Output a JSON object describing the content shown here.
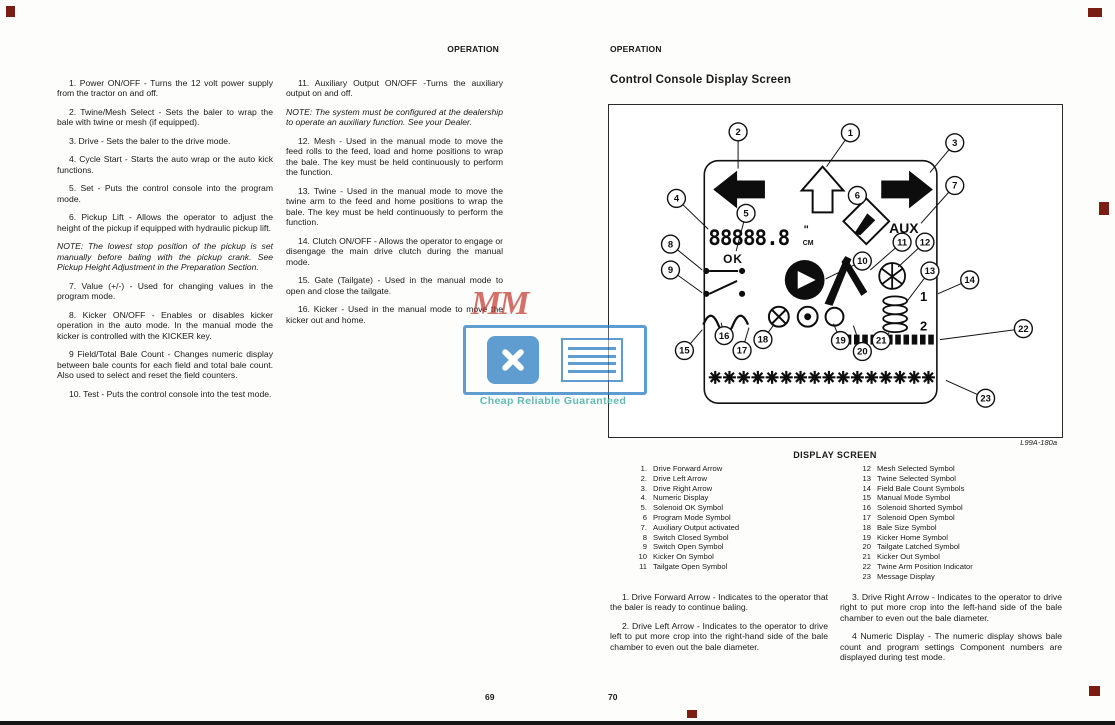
{
  "colors": {
    "watermark_blue": "#2f7fc4",
    "watermark_red": "#c03026",
    "watermark_teal": "#46b0a8",
    "scan_mark": "#7b1d12",
    "ink": "#1a1a1a"
  },
  "left_page": {
    "header": "OPERATION",
    "page_number": "69",
    "col1": [
      {
        "text": "1.  Power ON/OFF - Turns the 12 volt power supply from the tractor on and off."
      },
      {
        "text": "2.  Twine/Mesh Select - Sets the baler to wrap the bale with twine or mesh (if equipped)."
      },
      {
        "text": "3.  Drive - Sets the baler to the drive mode."
      },
      {
        "text": "4.  Cycle Start - Starts the auto wrap or the auto kick functions."
      },
      {
        "text": "5.  Set - Puts the control console into the program mode."
      },
      {
        "text": "6.  Pickup Lift - Allows the operator to adjust the height of the pickup if equipped with hydraulic pickup lift."
      },
      {
        "note": true,
        "text": "NOTE: The lowest stop position of the pickup is set manually before baling with the pickup crank. See Pickup Height Adjustment in the Preparation Section."
      },
      {
        "text": "7.  Value (+/-) - Used for changing values in the program mode."
      },
      {
        "text": "8.  Kicker ON/OFF - Enables or disables kicker operation in the auto mode. In the manual mode the kicker is controlled with the KICKER key."
      },
      {
        "text": "9  Field/Total Bale Count - Changes numeric display between bale counts for each field and total bale count. Also used to select and reset the field counters."
      },
      {
        "text": "10.  Test - Puts the control console into the test mode."
      }
    ],
    "col2": [
      {
        "text": "11.  Auxiliary Output ON/OFF -Turns the auxiliary output on and off."
      },
      {
        "note": true,
        "text": "NOTE: The system must be configured at the dealership to operate an auxiliary function. See your Dealer."
      },
      {
        "text": "12.  Mesh - Used in the manual mode to move the feed rolls to the feed, load and home positions to wrap the bale. The key must be held continuously to perform the function."
      },
      {
        "text": "13.  Twine - Used in the manual mode to move the twine arm to the feed and home positions to wrap the bale. The key must be held continuously to perform the function."
      },
      {
        "text": "14.  Clutch ON/OFF - Allows the operator to engage or disengage the main drive clutch during the manual mode."
      },
      {
        "text": "15.  Gate (Tailgate) - Used in the manual mode to open and close the tailgate."
      },
      {
        "text": "16.  Kicker - Used in the manual mode to move the kicker out and home."
      }
    ]
  },
  "right_page": {
    "header": "OPERATION",
    "title": "Control Console Display Screen",
    "figure_code": "L99A-180a",
    "display_screen_heading": "DISPLAY SCREEN",
    "page_number": "70",
    "legend_col1": [
      {
        "num": "1.",
        "label": "Drive Forward Arrow"
      },
      {
        "num": "2.",
        "label": "Drive Left Arrow"
      },
      {
        "num": "3.",
        "label": "Drive Right Arrow"
      },
      {
        "num": "4.",
        "label": "Numeric Display"
      },
      {
        "num": "5.",
        "label": "Solenoid OK Symbol"
      },
      {
        "num": "6",
        "label": "Program Mode Symbol"
      },
      {
        "num": "7.",
        "label": "Auxiliary Output activated"
      },
      {
        "num": "8",
        "label": "Switch Closed Symbol"
      },
      {
        "num": "9",
        "label": "Switch Open Symbol"
      },
      {
        "num": "10",
        "label": "Kicker On Symbol"
      },
      {
        "num": "11",
        "label": "Tailgate Open Symbol"
      }
    ],
    "legend_col2": [
      {
        "num": "12",
        "label": "Mesh Selected Symbol"
      },
      {
        "num": "13",
        "label": "Twine Selected Symbol"
      },
      {
        "num": "14",
        "label": "Field Bale Count Symbols"
      },
      {
        "num": "15",
        "label": "Manual Mode Symbol"
      },
      {
        "num": "16",
        "label": "Solenoid Shorted Symbol"
      },
      {
        "num": "17",
        "label": "Solenoid Open Symbol"
      },
      {
        "num": "18",
        "label": "Bale Size Symbol"
      },
      {
        "num": "19",
        "label": "Kicker Home Symbol"
      },
      {
        "num": "20",
        "label": "Tailgate Latched Symbol"
      },
      {
        "num": "21",
        "label": "Kicker Out Symbol"
      },
      {
        "num": "22",
        "label": "Twine Arm Position Indicator"
      },
      {
        "num": "23",
        "label": "Message Display"
      }
    ],
    "paras_col1": [
      {
        "text": "1.  Drive Forward Arrow - Indicates to the operator that the baler is ready to continue baling."
      },
      {
        "text": "2.  Drive Left Arrow - Indicates to the operator to drive left to put more crop into the right-hand side of the bale chamber to even out the bale diameter."
      }
    ],
    "paras_col2": [
      {
        "text": "3.  Drive Right Arrow - Indicates to the operator to drive right to put more crop into the left-hand side of the bale chamber to even out the bale diameter."
      },
      {
        "text": "4  Numeric Display - The numeric display shows bale count and program settings Component numbers are displayed during test mode."
      }
    ]
  },
  "diagram": {
    "numeric": "88888.8",
    "inch_mark": "\"",
    "cm_label": "CM",
    "aux_label": "AUX",
    "ok_label": "OK",
    "field_1": "1",
    "field_2": "2",
    "callouts": [
      "1",
      "2",
      "3",
      "4",
      "5",
      "6",
      "7",
      "8",
      "9",
      "10",
      "11",
      "12",
      "13",
      "14",
      "15",
      "16",
      "17",
      "18",
      "19",
      "20",
      "21",
      "22",
      "23"
    ]
  },
  "watermark": {
    "mm": "MM",
    "caption": "Cheap Reliable Guaranteed"
  }
}
